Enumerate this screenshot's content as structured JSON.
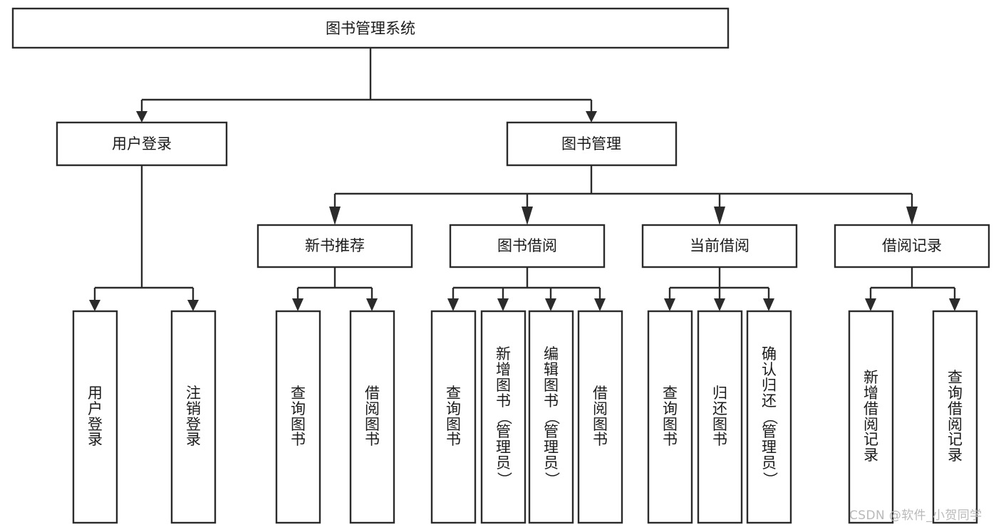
{
  "diagram": {
    "title": "图书管理系统",
    "type": "tree-hierarchy-chart",
    "watermark": "CSDN @软件_小贺同学",
    "colors": {
      "background": "#ffffff",
      "box_stroke": "#2b2b2b",
      "box_fill": "#ffffff",
      "text": "#1a1a1a",
      "watermark": "#b9b9b9"
    },
    "root": {
      "label": "图书管理系统"
    },
    "level1": [
      {
        "id": "user-login",
        "label": "用户登录"
      },
      {
        "id": "book-management",
        "label": "图书管理"
      }
    ],
    "level2": [
      {
        "id": "new-book-recommend",
        "label": "新书推荐",
        "parent": "book-management"
      },
      {
        "id": "book-borrow",
        "label": "图书借阅",
        "parent": "book-management"
      },
      {
        "id": "current-borrow",
        "label": "当前借阅",
        "parent": "book-management"
      },
      {
        "id": "borrow-record",
        "label": "借阅记录",
        "parent": "book-management"
      }
    ],
    "leaves": {
      "user_login": [
        {
          "id": "leaf-user-login",
          "label": "用户登录"
        },
        {
          "id": "leaf-logout-login",
          "label": "注销登录"
        }
      ],
      "new_book_recommend": [
        {
          "id": "leaf-query-book-1",
          "label": "查询图书"
        },
        {
          "id": "leaf-borrow-book-1",
          "label": "借阅图书"
        }
      ],
      "book_borrow": [
        {
          "id": "leaf-query-book-2",
          "label": "查询图书"
        },
        {
          "id": "leaf-add-book-admin",
          "label": "新增图书（管理员）"
        },
        {
          "id": "leaf-edit-book-admin",
          "label": "编辑图书（管理员）"
        },
        {
          "id": "leaf-borrow-book-2",
          "label": "借阅图书"
        }
      ],
      "current_borrow": [
        {
          "id": "leaf-query-book-3",
          "label": "查询图书"
        },
        {
          "id": "leaf-return-book",
          "label": "归还图书"
        },
        {
          "id": "leaf-confirm-return-admin",
          "label": "确认归还（管理员）"
        }
      ],
      "borrow_record": [
        {
          "id": "leaf-add-borrow-record",
          "label": "新增借阅记录"
        },
        {
          "id": "leaf-query-borrow-record",
          "label": "查询借阅记录"
        }
      ]
    }
  }
}
